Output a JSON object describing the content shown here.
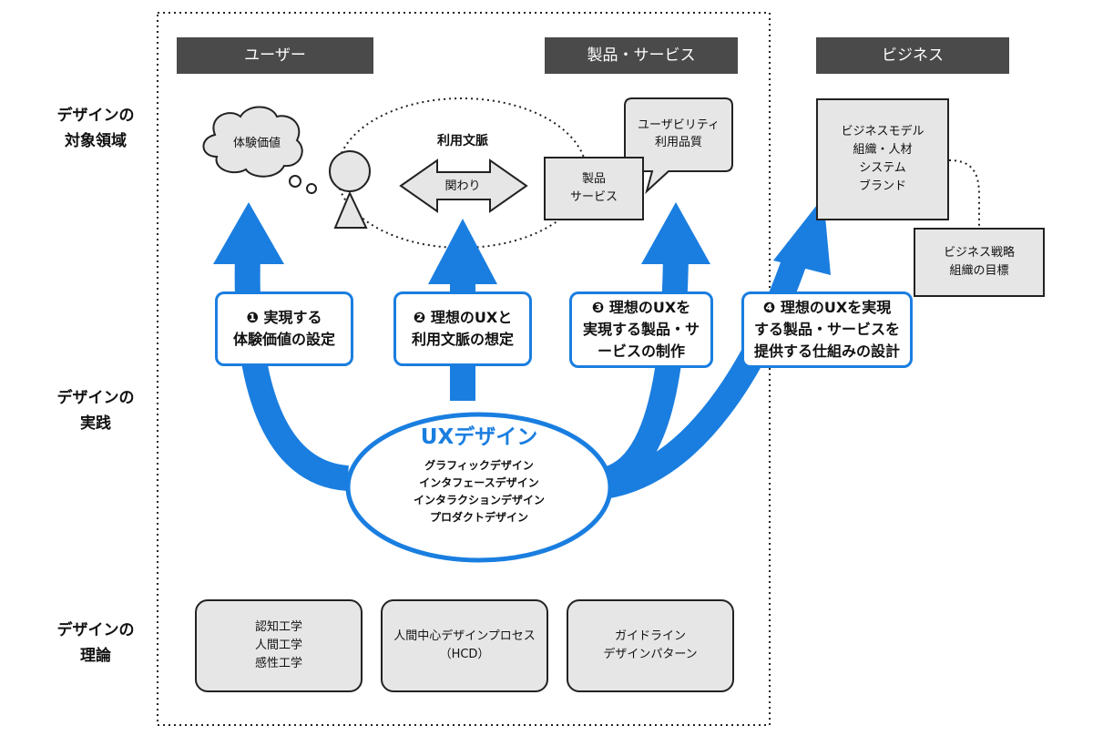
{
  "side_labels": {
    "domain": [
      "デザインの",
      "対象領域"
    ],
    "practice": [
      "デザインの",
      "実践"
    ],
    "theory": [
      "デザインの",
      "理論"
    ]
  },
  "headers": {
    "user": "ユーザー",
    "product": "製品・サービス",
    "business": "ビジネス"
  },
  "user_area": {
    "thought_bubble": "体験価値",
    "context_label": "利用文脈",
    "relation_label": "関わり"
  },
  "product_area": {
    "product_box": [
      "製品",
      "サービス"
    ],
    "speech_bubble": [
      "ユーザビリティ",
      "利用品質"
    ]
  },
  "business_area": {
    "main_box": [
      "ビジネスモデル",
      "組織・人材",
      "システム",
      "ブランド"
    ],
    "sub_box": [
      "ビジネス戦略",
      "組織の目標"
    ]
  },
  "steps": [
    [
      "❶ 実現する",
      "体験価値の設定"
    ],
    [
      "❷ 理想のUXと",
      "利用文脈の想定"
    ],
    [
      "❸ 理想のUXを",
      "実現する製品・サ",
      "ービスの制作"
    ],
    [
      "❹ 理想のUXを実現",
      "する製品・サービスを",
      "提供する仕組みの設計"
    ]
  ],
  "ux_design": {
    "title": "UXデザイン",
    "items": [
      "グラフィックデザイン",
      "インタフェースデザイン",
      "インタラクションデザイン",
      "プロダクトデザイン"
    ]
  },
  "theory_boxes": [
    [
      "認知工学",
      "人間工学",
      "感性工学"
    ],
    [
      "人間中心デザインプロセス",
      "（HCD）"
    ],
    [
      "ガイドライン",
      "デザインパターン"
    ]
  ],
  "colors": {
    "accent": "#1a7ee0",
    "header": "#4a4a4a",
    "box_fill": "#e6e6e6"
  }
}
